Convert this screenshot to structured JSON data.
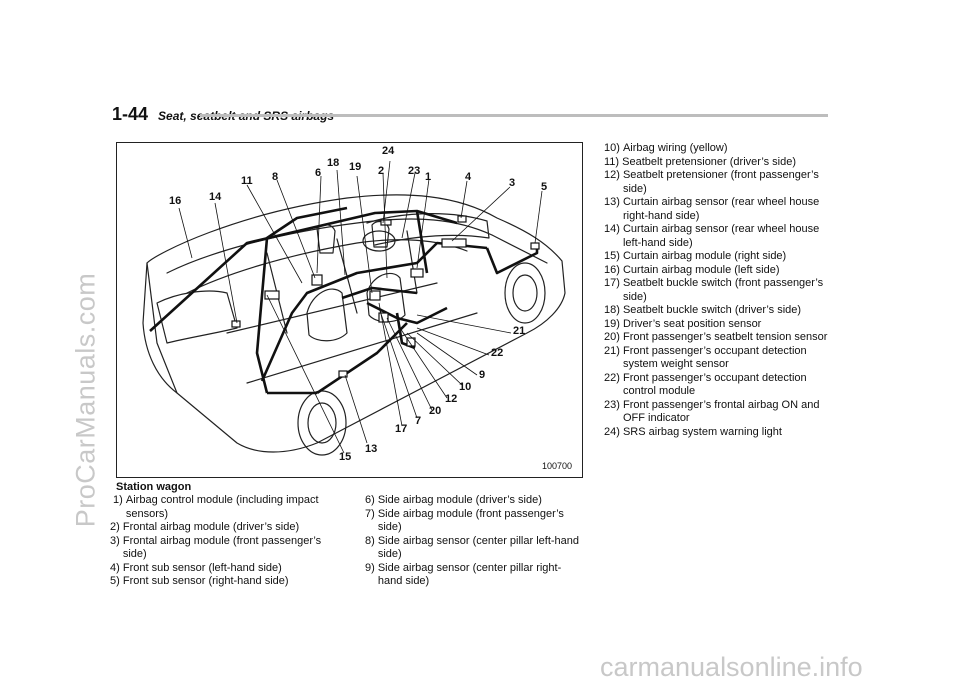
{
  "watermarks": {
    "left": "ProCarManuals.com",
    "bottom": "carmanualsonline.info"
  },
  "header": {
    "page_number": "1-44",
    "section_title": "Seat, seatbelt and SRS airbags"
  },
  "figure": {
    "code": "100700",
    "caption": "Station wagon",
    "callouts": [
      "16",
      "14",
      "11",
      "8",
      "6",
      "18",
      "19",
      "2",
      "24",
      "23",
      "1",
      "4",
      "3",
      "5",
      "21",
      "22",
      "9",
      "10",
      "12",
      "20",
      "7",
      "17",
      "13",
      "15"
    ]
  },
  "legend": {
    "col1": [
      {
        "num": " 1) ",
        "text": "Airbag control module (including impact sensors)"
      },
      {
        "num": "2) ",
        "text": "Frontal airbag module (driver’s side)"
      },
      {
        "num": "3) ",
        "text": "Frontal airbag module (front passenger’s side)"
      },
      {
        "num": "4) ",
        "text": "Front sub sensor (left-hand side)"
      },
      {
        "num": "5) ",
        "text": "Front sub sensor (right-hand side)"
      }
    ],
    "col2": [
      {
        "num": "6) ",
        "text": "Side airbag module (driver’s side)"
      },
      {
        "num": "7) ",
        "text": "Side airbag module (front passenger’s side)"
      },
      {
        "num": "8) ",
        "text": "Side airbag sensor (center pillar left-hand side)"
      },
      {
        "num": "9) ",
        "text": "Side airbag sensor (center pillar right-hand side)"
      }
    ],
    "col3": [
      {
        "num": "10) ",
        "text": "Airbag wiring (yellow)"
      },
      {
        "num": "11) ",
        "text": "Seatbelt pretensioner (driver’s side)"
      },
      {
        "num": "12) ",
        "text": "Seatbelt pretensioner (front passenger’s side)"
      },
      {
        "num": "13) ",
        "text": "Curtain airbag sensor (rear wheel house right-hand side)"
      },
      {
        "num": "14) ",
        "text": "Curtain airbag sensor (rear wheel house left-hand side)"
      },
      {
        "num": "15) ",
        "text": "Curtain airbag module (right side)"
      },
      {
        "num": "16) ",
        "text": "Curtain airbag module (left side)"
      },
      {
        "num": "17) ",
        "text": "Seatbelt buckle switch (front passenger’s side)"
      },
      {
        "num": "18) ",
        "text": "Seatbelt buckle switch (driver’s side)"
      },
      {
        "num": "19) ",
        "text": "Driver’s seat position sensor"
      },
      {
        "num": "20) ",
        "text": "Front passenger’s seatbelt tension sensor"
      },
      {
        "num": "21) ",
        "text": "Front passenger’s occupant detection system weight sensor"
      },
      {
        "num": "22) ",
        "text": "Front passenger’s occupant detection control module"
      },
      {
        "num": "23) ",
        "text": "Front passenger’s frontal airbag ON and OFF indicator"
      },
      {
        "num": "24) ",
        "text": "SRS airbag system warning light"
      }
    ]
  }
}
